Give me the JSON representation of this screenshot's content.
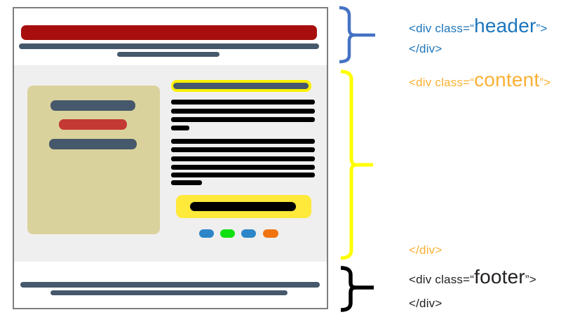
{
  "annotations": {
    "header": {
      "open_prefix": "<div class=“",
      "class_name": "header",
      "open_suffix": "”>",
      "close_tag": "</div>",
      "text_color": "#1b75bc",
      "brace_color": "#4472c4"
    },
    "content": {
      "open_prefix": "<div class=“",
      "class_name": "content",
      "open_suffix": "”>",
      "close_tag": "</div>",
      "text_color": "#fbb034",
      "brace_color": "#ffff00"
    },
    "footer": {
      "open_prefix": "<div class=“",
      "class_name": "footer",
      "open_suffix": "”>",
      "close_tag": "</div>",
      "text_color": "#231f20",
      "brace_color": "#000000"
    }
  },
  "wireframe": {
    "panel_bg": "#ffffff",
    "border_color": "#7e7e7e",
    "content_bg": "#f0efef",
    "header_bar_color": "#a80e0e",
    "line_color": "#46586b",
    "sidebar_bg": "#d9d29c",
    "sidebar_accent_color": "#c43934",
    "highlight_color": "#fff100",
    "cta_bg": "#ffe93a",
    "text_line_color": "#000000",
    "button_colors": {
      "b1": "#2c86c8",
      "b2": "#10e010",
      "b3": "#2c86c8",
      "b4": "#f07312"
    }
  }
}
